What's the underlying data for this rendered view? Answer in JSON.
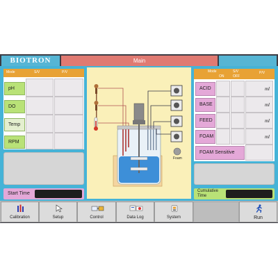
{
  "brand": "BIOTRON",
  "title": "Main",
  "left_header": {
    "mode": "Mode",
    "sv": "S/V",
    "pv": "P/V"
  },
  "left_rows": [
    {
      "label": "pH"
    },
    {
      "label": "DO"
    },
    {
      "label": "Temp"
    },
    {
      "label": "RPM"
    }
  ],
  "right_header": {
    "mode": "Mode",
    "sv": "S/V",
    "on": "ON",
    "off": "OFF",
    "pv": "P/V"
  },
  "right_rows": [
    {
      "label": "ACID",
      "unit": "ml"
    },
    {
      "label": "BASE",
      "unit": "ml"
    },
    {
      "label": "FEED",
      "unit": "ml"
    },
    {
      "label": "FOAM",
      "unit": "ml"
    }
  ],
  "foam_sensitive": "FOAM Sensitive",
  "foam_indicator": "Foam",
  "start_time": {
    "label": "Start Time",
    "value": ""
  },
  "cumulative_time": {
    "label": "Cumulative Time",
    "value": ""
  },
  "tabs": [
    {
      "label": "Calibration",
      "icon": "calibration-icon"
    },
    {
      "label": "Setup",
      "icon": "setup-icon"
    },
    {
      "label": "Control",
      "icon": "control-icon"
    },
    {
      "label": "Data Log",
      "icon": "data-log-icon"
    },
    {
      "label": "System",
      "icon": "system-icon"
    },
    {
      "label": "Run",
      "icon": "run-icon"
    }
  ],
  "colors": {
    "accent": "#45b3d7",
    "title": "#e07a72",
    "header": "#e8a235",
    "label_green": "#b9e277",
    "label_pink": "#e4a8d8"
  }
}
